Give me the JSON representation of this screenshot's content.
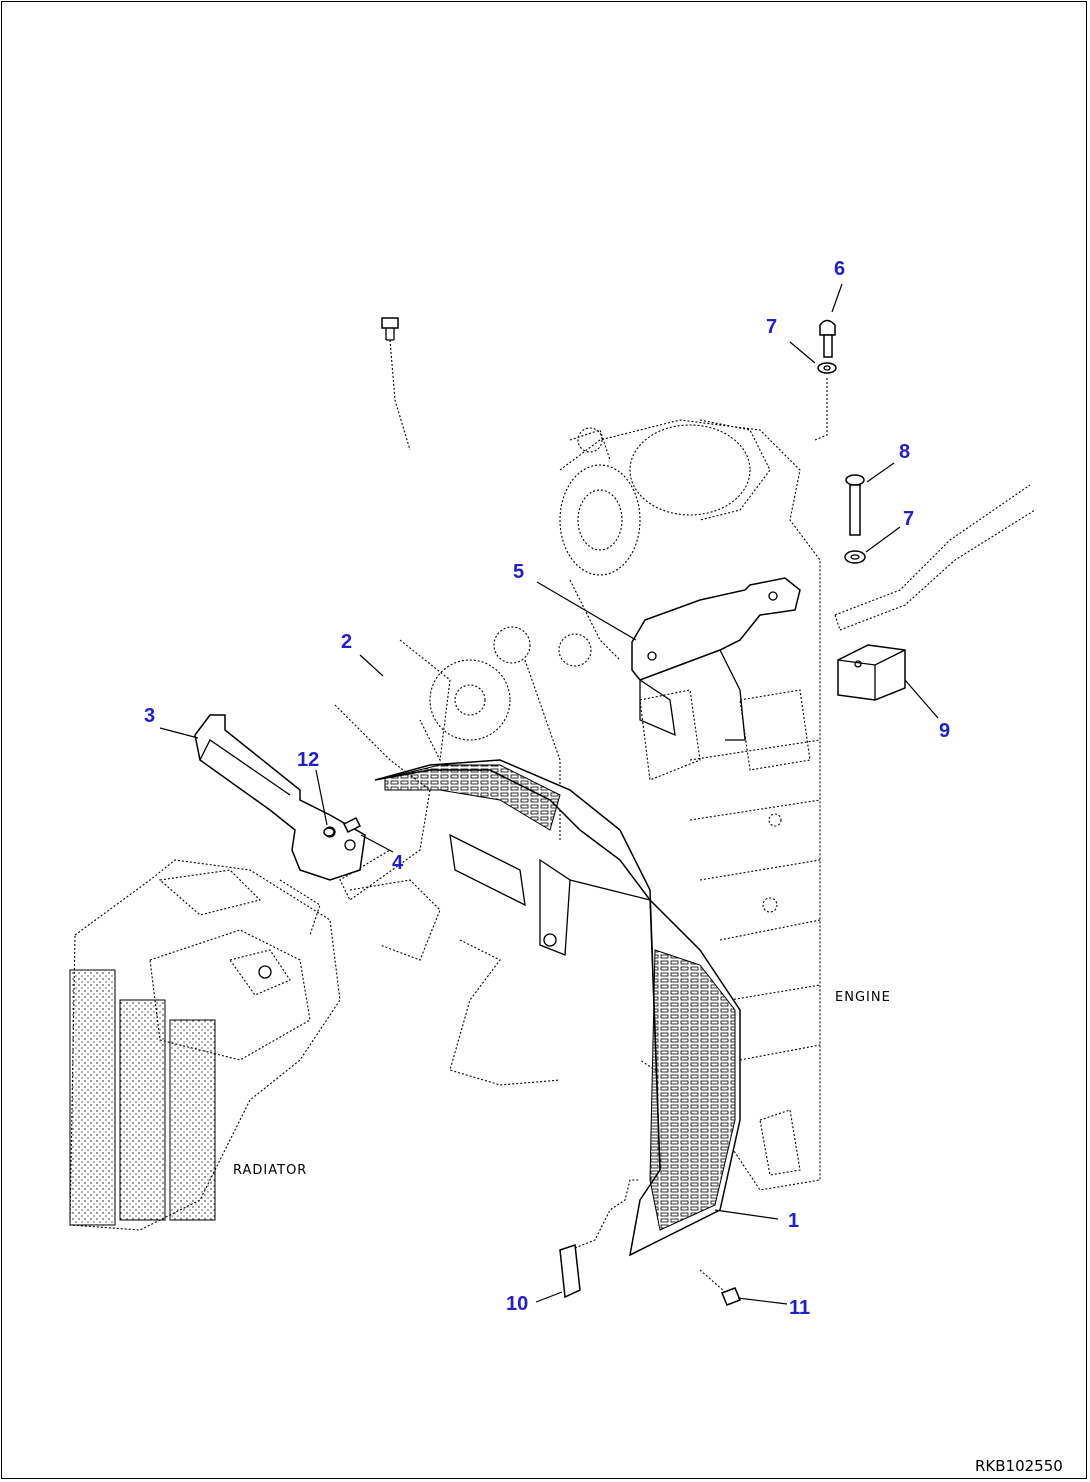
{
  "callouts": [
    {
      "id": "1",
      "text": "1"
    },
    {
      "id": "2",
      "text": "2"
    },
    {
      "id": "3",
      "text": "3"
    },
    {
      "id": "4",
      "text": "4"
    },
    {
      "id": "5",
      "text": "5"
    },
    {
      "id": "6",
      "text": "6"
    },
    {
      "id": "7a",
      "text": "7"
    },
    {
      "id": "7b",
      "text": "7"
    },
    {
      "id": "8",
      "text": "8"
    },
    {
      "id": "9",
      "text": "9"
    },
    {
      "id": "10",
      "text": "10"
    },
    {
      "id": "11",
      "text": "11"
    },
    {
      "id": "12",
      "text": "12"
    }
  ],
  "labels": {
    "engine": "ENGINE",
    "radiator": "RADIATOR"
  },
  "drawing_ref": "RKB102550",
  "colors": {
    "callout": "#1f1fd0",
    "line": "#000000",
    "background": "#ffffff"
  }
}
